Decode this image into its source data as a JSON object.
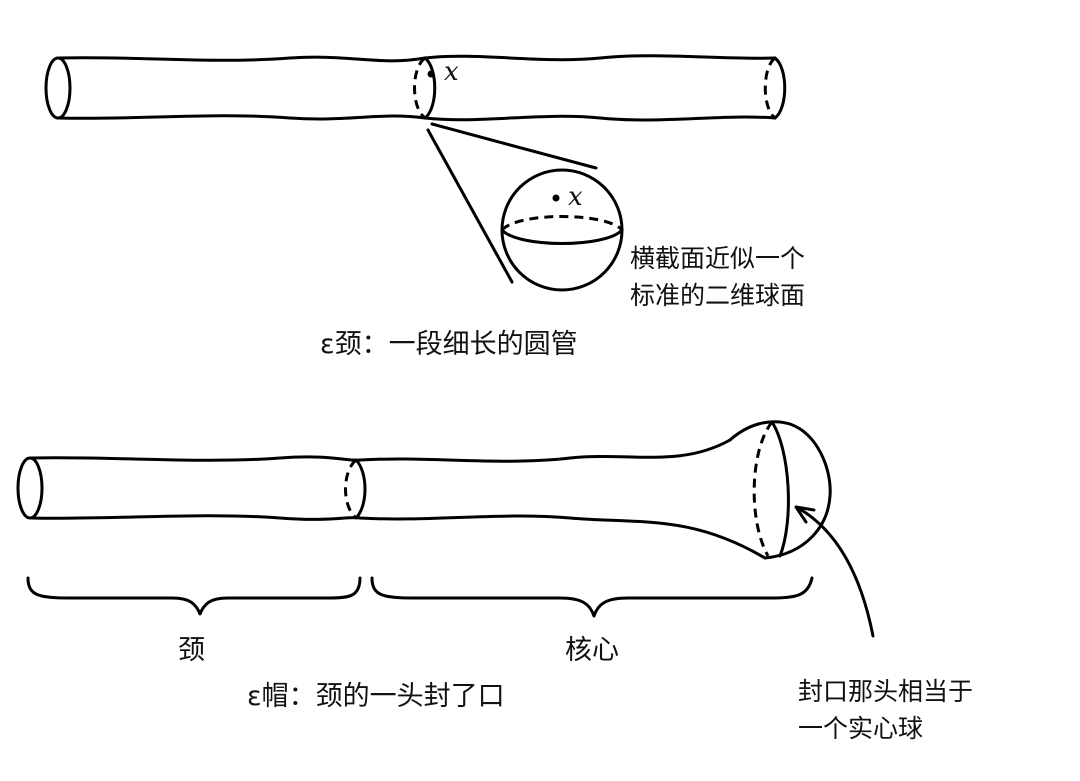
{
  "neck_diagram": {
    "point_label": "x",
    "sphere_point_label": "x",
    "cross_section_caption_line1": "横截面近似一个",
    "cross_section_caption_line2": "标准的二维球面",
    "title": "ε颈：一段细长的圆管"
  },
  "cap_diagram": {
    "neck_label": "颈",
    "core_label": "核心",
    "title": "ε帽：颈的一头封了口",
    "arrow_caption_line1": "封口那头相当于",
    "arrow_caption_line2": "一个实心球"
  }
}
